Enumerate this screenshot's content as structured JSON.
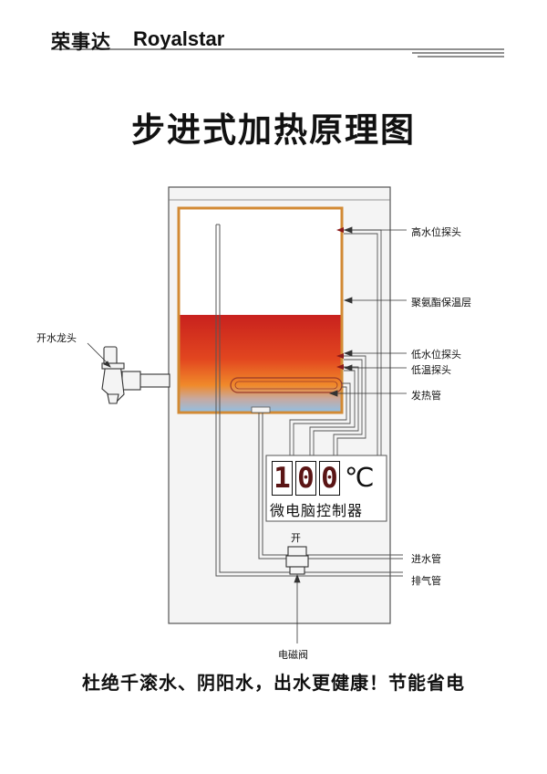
{
  "brand": {
    "name_cn": "荣事达",
    "name_en": "Royalstar"
  },
  "title": "步进式加热原理图",
  "labels": {
    "faucet": "开水龙头",
    "high_probe": "高水位探头",
    "insulation": "聚氨酯保温层",
    "low_probe": "低水位探头",
    "temp_probe": "低温探头",
    "heater": "发热管",
    "inlet_pipe": "进水管",
    "vent_pipe": "排气管",
    "valve_open": "开",
    "solenoid_valve": "电磁阀"
  },
  "controller": {
    "digits": [
      "1",
      "0",
      "0"
    ],
    "unit": "℃",
    "label": "微电脑控制器"
  },
  "slogan": "杜绝千滚水、阴阳水，出水更健康！节能省电",
  "colors": {
    "water_top": "#c8211e",
    "water_mid": "#f07a26",
    "water_bottom": "#8fc0e6",
    "insulation": "#d28a34",
    "cabinet": "#f4f4f4",
    "probe": "#8b1a1a"
  }
}
